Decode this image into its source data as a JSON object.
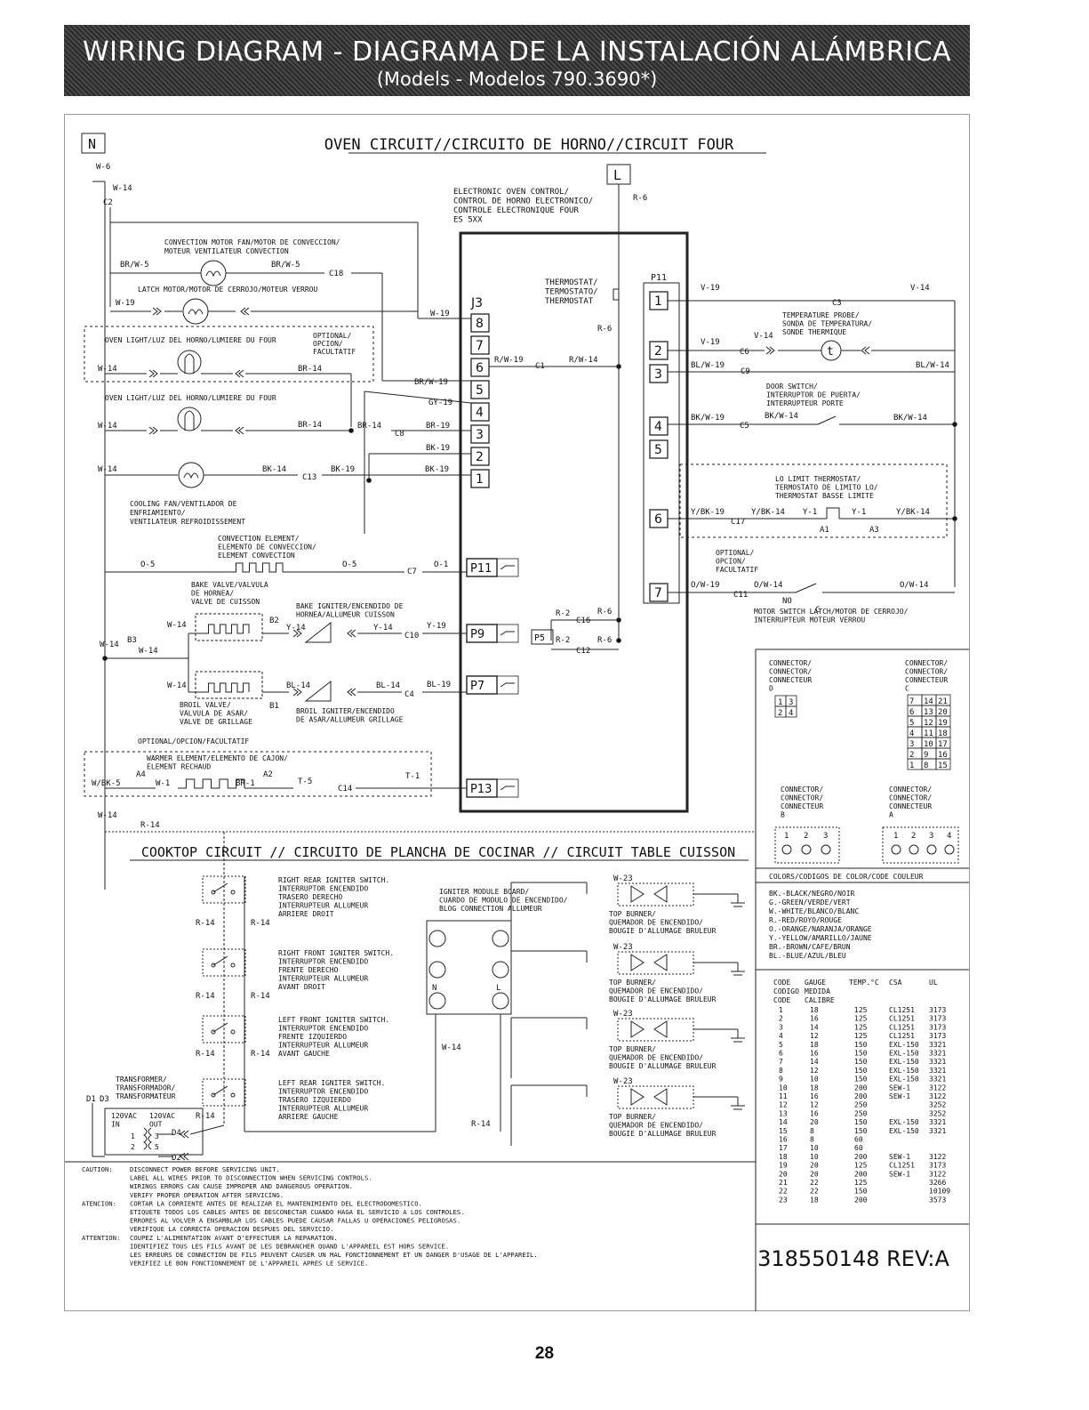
{
  "banner": {
    "title": "WIRING DIAGRAM - DIAGRAMA DE LA INSTALACIÓN ALÁMBRICA",
    "subtitle": "(Models - Modelos 790.3690*)"
  },
  "oven": {
    "title": "OVEN CIRCUIT//CIRCUITO DE HORNO//CIRCUIT FOUR",
    "n_label": "N",
    "l_label": "L",
    "eoc": [
      "ELECTRONIC OVEN CONTROL/",
      "CONTROL DE HORNO ELECTRONICO/",
      "CONTROLE ELECTRONIQUE FOUR",
      "ES 5XX"
    ],
    "thermostat": [
      "THERMOSTAT/",
      "TERMOSTATO/",
      "THERMOSTAT"
    ],
    "j3": "J3",
    "p11_head": "P11",
    "j3_pins": [
      "8",
      "7",
      "6",
      "5",
      "4",
      "3",
      "2",
      "1"
    ],
    "p11_pins": [
      "1",
      "2",
      "3",
      "4",
      "5",
      "6",
      "7"
    ],
    "relays": [
      "P11",
      "P9",
      "P7",
      "P13"
    ],
    "p5": "P5",
    "conv_motor": [
      "CONVECTION MOTOR FAN/MOTOR DE CONVECCION/",
      "MOTEUR VENTILATEUR CONVECTION"
    ],
    "latch_motor": "LATCH MOTOR/MOTOR DE CERROJO/MOTEUR VERROU",
    "light1": "OVEN LIGHT/LUZ DEL HORNO/LUMIERE DU FOUR",
    "optional1": [
      "OPTIONAL/",
      "OPCION/",
      "FACULTATIF"
    ],
    "light2": "OVEN LIGHT/LUZ DEL HORNO/LUMIERE DU FOUR",
    "cooling": [
      "COOLING FAN/VENTILADOR DE",
      "ENFRIAMIENTO/",
      "VENTILATEUR REFROIDISSEMENT"
    ],
    "conv_elem": [
      "CONVECTION ELEMENT/",
      "ELEMENTO DE CONVECCION/",
      "ELEMENT CONVECTION"
    ],
    "bake_valve": [
      "BAKE VALVE/VALVULA",
      "DE HORNEA/",
      "VALVE DE CUISSON"
    ],
    "bake_igniter": [
      "BAKE IGNITER/ENCENDIDO DE",
      "HORNEA/ALLUMEUR CUISSON"
    ],
    "broil_valve": [
      "BROIL VALVE/",
      "VALVULA DE ASAR/",
      "VALVE DE GRILLAGE"
    ],
    "broil_igniter": [
      "BROIL IGNITER/ENCENDIDO",
      "DE ASAR/ALLUMEUR GRILLAGE"
    ],
    "optional2": "OPTIONAL/OPCION/FACULTATIF",
    "warmer": [
      "WARMER ELEMENT/ELEMENTO DE CAJON/",
      "ELEMENT RECHAUD"
    ],
    "temp_probe": [
      "TEMPERATURE PROBE/",
      "SONDA DE TEMPERATURA/",
      "SONDE THERMIQUE"
    ],
    "door_switch": [
      "DOOR SWITCH/",
      "INTERRUPTOR DE PUERTA/",
      "INTERRUPTEUR PORTE"
    ],
    "lo_limit": [
      "LO LIMIT THERMOSTAT/",
      "TERMOSTATO DE LIMITO LO/",
      "THERMOSTAT BASSE LIMITE"
    ],
    "optional3": [
      "OPTIONAL/",
      "OPCION/",
      "FACULTATIF"
    ],
    "motor_switch": [
      "MOTOR SWITCH LATCH/MOTOR DE CERROJO/",
      "INTERRUPTEUR MOTEUR VERROU"
    ],
    "no": "NO",
    "c": "C",
    "wires": {
      "w6": "W-6",
      "w14a": "W-14",
      "c2": "C2",
      "brw5a": "BR/W-5",
      "brw5b": "BR/W-5",
      "c18": "C18",
      "w19a": "W-19",
      "w19b": "W-19",
      "w14b": "W-14",
      "br14a": "BR-14",
      "brw19": "BR/W-19",
      "gy19": "GY-19",
      "w14c": "W-14",
      "br14b": "BR-14",
      "br14c": "BR-14",
      "c8": "C8",
      "br19": "BR-19",
      "bk19a": "BK-19",
      "w14d": "W-14",
      "bk14": "BK-14",
      "c13": "C13",
      "bk19b": "BK-19",
      "bk19c": "BK-19",
      "o5a": "O-5",
      "o5b": "O-5",
      "c7": "C7",
      "o1": "O-1",
      "w14e": "W-14",
      "b2": "B2",
      "y14a": "Y-14",
      "y14b": "Y-14",
      "c10": "C10",
      "y19": "Y-19",
      "w14f": "W-14",
      "b3": "B3",
      "w14g": "W-14",
      "w14h": "W-14",
      "b1": "B1",
      "bl14a": "BL-14",
      "bl14b": "BL-14",
      "c4": "C4",
      "bl19": "BL-19",
      "wbk5": "W/BK-5",
      "a4": "A4",
      "w1": "W-1",
      "a2": "A2",
      "br1": "BR-1",
      "t5": "T-5",
      "c14": "C14",
      "t1": "T-1",
      "w14i": "W-14",
      "r14": "R-14",
      "rw19": "R/W-19",
      "c1": "C1",
      "rw14": "R/W-14",
      "r6a": "R-6",
      "r6b": "R-6",
      "r2a": "R-2",
      "c16": "C16",
      "r6c": "R-6",
      "r2b": "R-2",
      "c12": "C12",
      "r6d": "R-6",
      "v19a": "V-19",
      "c3": "C3",
      "v14a": "V-14",
      "v14b": "V-14",
      "v19b": "V-19",
      "c6": "C6",
      "blw19": "BL/W-19",
      "c9": "C9",
      "blw14": "BL/W-14",
      "bkw19": "BK/W-19",
      "c5": "C5",
      "bkw14a": "BK/W-14",
      "bkw14b": "BK/W-14",
      "ybk19": "Y/BK-19",
      "c17": "C17",
      "ybk14a": "Y/BK-14",
      "y1a": "Y-1",
      "y1b": "Y-1",
      "ybk14b": "Y/BK-14",
      "a1": "A1",
      "a3": "A3",
      "ow19": "O/W-19",
      "c11": "C11",
      "ow14a": "O/W-14",
      "ow14b": "O/W-14",
      "r6top": "R-6"
    }
  },
  "cooktop": {
    "title": "COOKTOP CIRCUIT // CIRCUITO DE PLANCHA DE COCINAR // CIRCUIT TABLE CUISSON",
    "switches": [
      [
        "RIGHT REAR IGNITER SWITCH.",
        "INTERRUPTOR ENCENDIDO",
        "TRASERO DERECHO",
        "INTERRUPTEUR ALLUMEUR",
        "ARRIERE DROIT"
      ],
      [
        "RIGHT FRONT IGNITER SWITCH.",
        "INTERRUPTOR ENCENDIDO",
        "FRENTE DERECHO",
        "INTERRUPTEUR ALLUMEUR",
        "AVANT DROIT"
      ],
      [
        "LEFT FRONT IGNITER SWITCH.",
        "INTERRUPTOR ENCENDIDO",
        "FRENTE IZQUIERDO",
        "INTERRUPTEUR ALLUMEUR",
        "AVANT GAUCHE"
      ],
      [
        "LEFT REAR IGNITER SWITCH.",
        "INTERRUPTOR ENCENDIDO",
        "TRASERO IZQUIERDO",
        "INTERRUPTEUR ALLUMEUR",
        "ARRIERE GAUCHE"
      ]
    ],
    "module": [
      "IGNITER MODULE BOARD/",
      "CUARDO DE MODULO DE ENCENDIDO/",
      "BLOG CONNECTION ALLUMEUR"
    ],
    "module_n": "N",
    "module_l": "L",
    "burner": [
      "TOP BURNER/",
      "QUEMADOR DE ENCENDIDO/",
      "BOUGIE D'ALLUMAGE BRULEUR"
    ],
    "w23": "W-23",
    "transformer": [
      "TRANSFORMER/",
      "TRANSFORMADOR/",
      "TRANSFORMATEUR"
    ],
    "tx_in": [
      "120VAC",
      "IN"
    ],
    "tx_out": [
      "120VAC",
      "OUT"
    ],
    "d1": "D1",
    "d3": "D3",
    "d4": "D4",
    "d2": "D2",
    "tx_pins": [
      "1",
      "2",
      "3",
      "5"
    ],
    "r14": "R-14",
    "w14": "W-14"
  },
  "caution": [
    [
      "CAUTION:",
      "DISCONNECT POWER BEFORE SERVICING UNIT."
    ],
    [
      "",
      "LABEL ALL WIRES PRIOR TO DISCONNECTION WHEN SERVICING CONTROLS."
    ],
    [
      "",
      "WIRINGS ERRORS CAN CAUSE IMPROPER AND DANGEROUS OPERATION."
    ],
    [
      "",
      "VERIFY PROPER OPERATION AFTER SERVICING."
    ],
    [
      "ATENCION:",
      "CORTAR LA CORRIENTE ANTES DE REALIZAR EL MANTENIMIENTO DEL ELECTRODOMESTICO."
    ],
    [
      "",
      "ETIQUETE TODOS LOS CABLES ANTES DE DESCONECTAR CUANDO HAGA EL SERVICIO A LOS CONTROLES."
    ],
    [
      "",
      "ERRORES AL VOLVER A ENSAMBLAR LOS CABLES PUEDE CAUSAR FALLAS U OPERACIONES PELIGROSAS."
    ],
    [
      "",
      "VERIFIQUE LA CORRECTA OPERACION DESPUES DEL SERVICIO."
    ],
    [
      "ATTENTION:",
      "COUPEZ L'ALIMENTATION AVANT D'EFFECTUER LA REPARATION."
    ],
    [
      "",
      "IDENTIFIEZ TOUS LES FILS AVANT DE LES DEBRANCHER QUAND L'APPAREIL EST HORS SERVICE."
    ],
    [
      "",
      "LES ERREURS DE CONNECTION DE FILS PEUVENT CAUSER UN MAL FONCTIONNEMENT ET UN DANGER D'USAGE DE L'APPAREIL."
    ],
    [
      "",
      "VERIFIEZ LE BON FONCTIONNEMENT DE L'APPAREIL APRES LE SERVICE."
    ]
  ],
  "connectors": {
    "d_label": [
      "CONNECTOR/",
      "CONNECTOR/",
      "CONNECTEUR",
      "D"
    ],
    "d_grid": [
      [
        "1",
        "3"
      ],
      [
        "2",
        "4"
      ]
    ],
    "c_label": [
      "CONNECTOR/",
      "CONNECTOR/",
      "CONNECTEUR",
      "C"
    ],
    "c_grid": [
      [
        "7",
        "14",
        "21"
      ],
      [
        "6",
        "13",
        "20"
      ],
      [
        "5",
        "12",
        "19"
      ],
      [
        "4",
        "11",
        "18"
      ],
      [
        "3",
        "10",
        "17"
      ],
      [
        "2",
        "9",
        "16"
      ],
      [
        "1",
        "8",
        "15"
      ]
    ],
    "b_label": [
      "CONNECTOR/",
      "CONNECTOR/",
      "CONNECTEUR",
      "B"
    ],
    "b_pins": [
      "1",
      "2",
      "3"
    ],
    "a_label": [
      "CONNECTOR/",
      "CONNECTOR/",
      "CONNECTEUR",
      "A"
    ],
    "a_pins": [
      "1",
      "2",
      "3",
      "4"
    ]
  },
  "colors": {
    "title": "COLORS/CODIGOS DE COLOR/CODE COULEUR",
    "items": [
      "BK.-BLACK/NEGRO/NOIR",
      "G.-GREEN/VERDE/VERT",
      "W.-WHITE/BLANCO/BLANC",
      "R.-RED/ROYO/ROUGE",
      "O.-ORANGE/NARANJA/ORANGE",
      "Y.-YELLOW/AMARILLO/JAUNE",
      "BR.-BROWN/CAFE/BRUN",
      "BL.-BLUE/AZUL/BLEU"
    ]
  },
  "gauge": {
    "headers": [
      "CODE\nCODIGO\nCODE",
      "GAUGE\nMEDIDA\nCALIBRE",
      "TEMP.°C",
      "CSA",
      "UL"
    ],
    "rows": [
      [
        "1",
        "18",
        "125",
        "CL1251",
        "3173"
      ],
      [
        "2",
        "16",
        "125",
        "CL1251",
        "3173"
      ],
      [
        "3",
        "14",
        "125",
        "CL1251",
        "3173"
      ],
      [
        "4",
        "12",
        "125",
        "CL1251",
        "3173"
      ],
      [
        "5",
        "18",
        "150",
        "EXL-150",
        "3321"
      ],
      [
        "6",
        "16",
        "150",
        "EXL-150",
        "3321"
      ],
      [
        "7",
        "14",
        "150",
        "EXL-150",
        "3321"
      ],
      [
        "8",
        "12",
        "150",
        "EXL-150",
        "3321"
      ],
      [
        "9",
        "10",
        "150",
        "EXL-150",
        "3321"
      ],
      [
        "10",
        "18",
        "200",
        "SEW-1",
        "3122"
      ],
      [
        "11",
        "16",
        "200",
        "SEW-1",
        "3122"
      ],
      [
        "12",
        "12",
        "250",
        "",
        "3252"
      ],
      [
        "13",
        "16",
        "250",
        "",
        "3252"
      ],
      [
        "14",
        "20",
        "150",
        "EXL-150",
        "3321"
      ],
      [
        "15",
        "8",
        "150",
        "EXL-150",
        "3321"
      ],
      [
        "16",
        "8",
        "60",
        "",
        ""
      ],
      [
        "17",
        "10",
        "60",
        "",
        ""
      ],
      [
        "18",
        "10",
        "200",
        "SEW-1",
        "3122"
      ],
      [
        "19",
        "20",
        "125",
        "CL1251",
        "3173"
      ],
      [
        "20",
        "20",
        "200",
        "SEW-1",
        "3122"
      ],
      [
        "21",
        "22",
        "125",
        "",
        "3266"
      ],
      [
        "22",
        "22",
        "150",
        "",
        "10109"
      ],
      [
        "23",
        "18",
        "200",
        "",
        "3573"
      ]
    ]
  },
  "part_number": "318550148 REV:A",
  "page_number": "28"
}
